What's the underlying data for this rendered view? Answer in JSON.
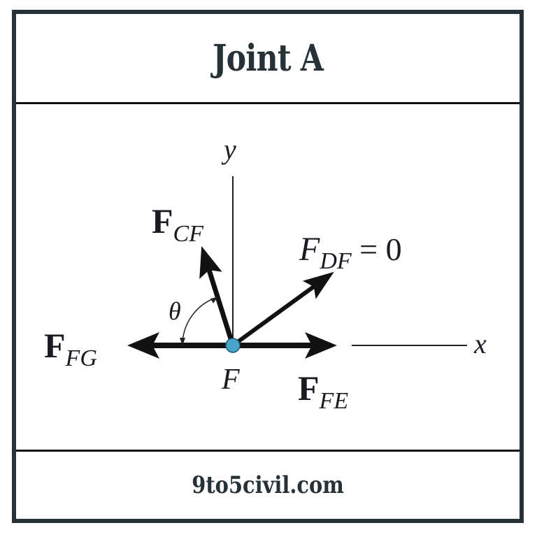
{
  "header": {
    "title": "Joint A"
  },
  "footer": {
    "site": "9to5civil.com"
  },
  "diagram": {
    "node_label": "F",
    "node_color": "#4aa3c8",
    "axes": {
      "x_label": "x",
      "y_label": "y"
    },
    "angle_label": "θ",
    "forces": [
      {
        "id": "FCF",
        "main": "F",
        "sub": "CF",
        "bold": true
      },
      {
        "id": "FDF",
        "main": "F",
        "sub": "DF",
        "suffix": " = 0",
        "bold": false
      },
      {
        "id": "FFG",
        "main": "F",
        "sub": "FG",
        "bold": true
      },
      {
        "id": "FFE",
        "main": "F",
        "sub": "FE",
        "bold": true
      }
    ]
  }
}
